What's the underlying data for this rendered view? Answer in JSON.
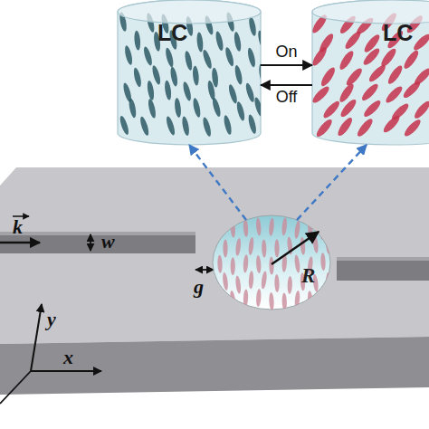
{
  "diagram": {
    "nodes": [
      {
        "text": [
          "LC"
        ]
      },
      {
        "text": [
          "LC"
        ]
      },
      {
        "text": [
          "R"
        ]
      }
    ],
    "edges": [
      {
        "from": 0,
        "to": 1,
        "label": "On",
        "arrow": "to"
      },
      {
        "from": 1,
        "to": 0,
        "label": "Off",
        "arrow": "to"
      },
      {
        "from": 2,
        "to": 0,
        "arrow": "to"
      },
      {
        "from": 2,
        "to": 1,
        "arrow": "to"
      }
    ],
    "labels": [
      "k",
      "w",
      "g",
      "y",
      "x"
    ]
  }
}
